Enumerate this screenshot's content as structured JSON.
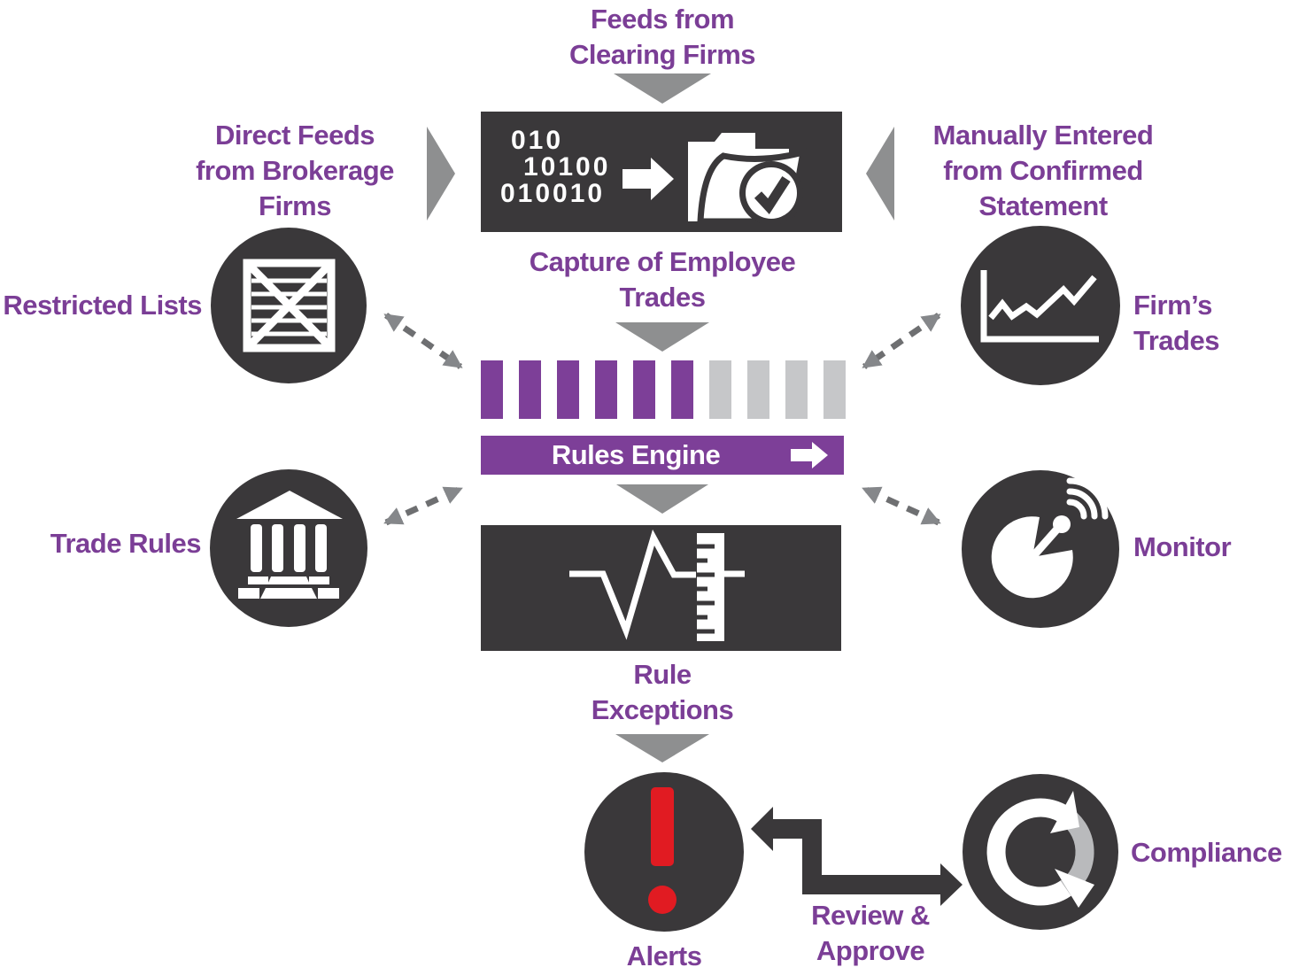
{
  "colors": {
    "purple_text": "#7b3e96",
    "purple_bar": "#7d3f98",
    "dark_charcoal": "#3a383a",
    "arrow_gray": "#8e8f90",
    "barcode_gray": "#c6c7c9",
    "dashed_gray": "#6e6f71",
    "alert_red": "#e11b22",
    "cycle_gray": "#b9babc",
    "white": "#ffffff"
  },
  "sources": {
    "clearing": {
      "label": "Feeds from\nClearing Firms"
    },
    "brokerage": {
      "label": "Direct Feeds\nfrom Brokerage\nFirms"
    },
    "manual": {
      "label": "Manually Entered\nfrom Confirmed\nStatement"
    }
  },
  "capture": {
    "binary_lines": [
      "010",
      "10100",
      "010010"
    ],
    "caption": "Capture of Employee\nTrades"
  },
  "rules_engine": {
    "label": "Rules Engine",
    "barcode": {
      "purple_bars": 6,
      "gray_bars": 4
    }
  },
  "rule_exceptions": {
    "caption": "Rule\nExceptions"
  },
  "nodes": {
    "restricted_lists": {
      "label": "Restricted Lists"
    },
    "firms_trades": {
      "label": "Firm’s Trades"
    },
    "trade_rules": {
      "label": "Trade Rules"
    },
    "monitor": {
      "label": "Monitor"
    },
    "alerts": {
      "label": "Alerts"
    },
    "compliance": {
      "label": "Compliance"
    }
  },
  "review": {
    "label": "Review &\nApprove"
  }
}
